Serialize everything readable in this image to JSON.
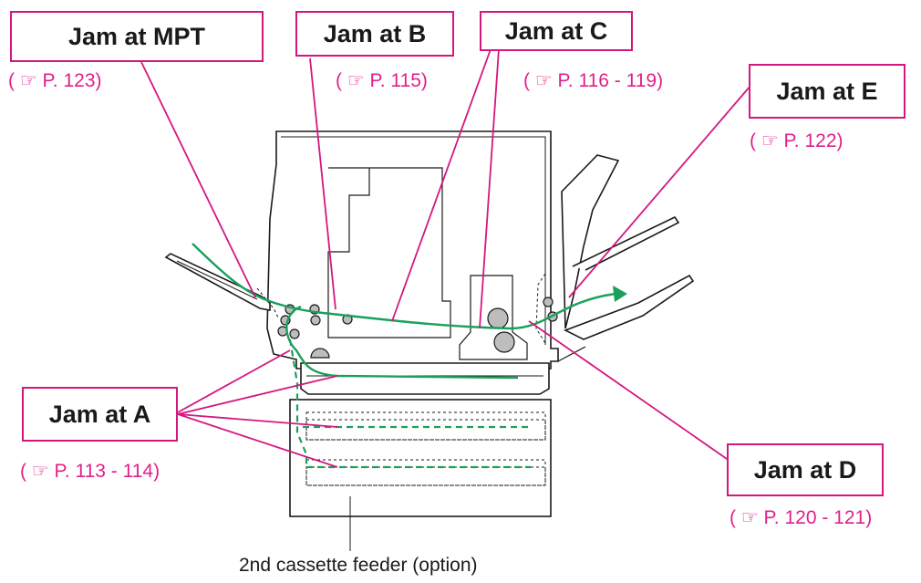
{
  "labels": {
    "mpt": {
      "title": "Jam at MPT",
      "ref": "( ☞ P. 123)"
    },
    "b": {
      "title": "Jam at B",
      "ref": "( ☞ P. 115)"
    },
    "c": {
      "title": "Jam at C",
      "ref": "( ☞ P. 116 - 119)"
    },
    "e": {
      "title": "Jam at E",
      "ref": "( ☞ P. 122)"
    },
    "a": {
      "title": "Jam at A",
      "ref": "( ☞ P. 113 - 114)"
    },
    "d": {
      "title": "Jam at D",
      "ref": "( ☞ P. 120 - 121)"
    }
  },
  "caption": "2nd cassette feeder (option)",
  "colors": {
    "callout": "#d4177f",
    "paper_path": "#1aa05a",
    "outline": "#1a1a1a"
  }
}
